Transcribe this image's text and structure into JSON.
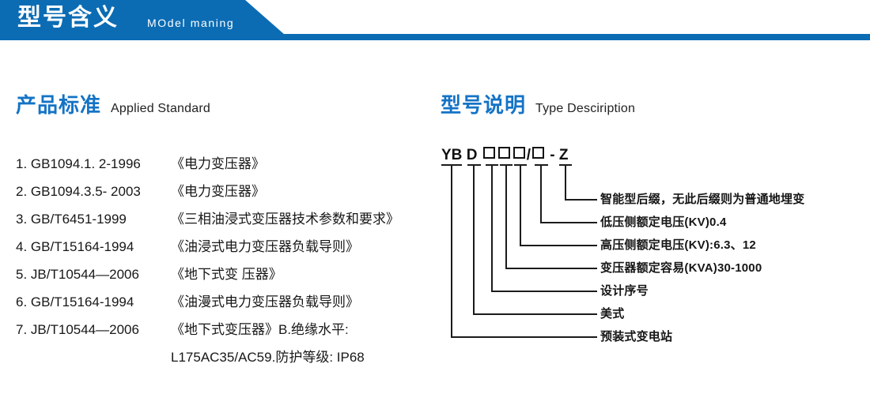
{
  "header": {
    "title_cn": "型号含义",
    "title_en": "MOdel maning",
    "bar_color": "#0b6cb4"
  },
  "sections": {
    "left": {
      "title_cn": "产品标准",
      "title_en": "Applied Standard",
      "accent_color": "#1473c6"
    },
    "right": {
      "title_cn": "型号说明",
      "title_en": "Type Desciription",
      "accent_color": "#1473c6"
    }
  },
  "standards": {
    "items": [
      {
        "index": "1.",
        "code": "GB1094.1. 2-1996",
        "name": "《电力变压器》"
      },
      {
        "index": "2.",
        "code": "GB1094.3.5- 2003",
        "name": "《电力变压器》"
      },
      {
        "index": "3.",
        "code": "GB/T6451-1999",
        "name": "《三相油浸式变压器技术参数和要求》"
      },
      {
        "index": "4.",
        "code": "GB/T15164-1994",
        "name": "《油浸式电力变压器负载导则》"
      },
      {
        "index": "5.",
        "code": "JB/T10544—2006",
        "name": "《地下式变 压器》"
      },
      {
        "index": "6.",
        "code": "GB/T15164-1994",
        "name": "《油漫式电力变压器负载导则》"
      },
      {
        "index": "7.",
        "code": "JB/T10544—2006",
        "name": "《地下式变压器》B.绝缘水平:"
      }
    ],
    "continuation": "L175AC35/AC59.防护等级: IP68"
  },
  "type_designation": {
    "code_segments": [
      "YB",
      "D",
      "box",
      "box",
      "box",
      "/",
      "box",
      "-",
      "Z"
    ],
    "code_text": "YB D □□□/□ - Z",
    "labels": [
      "智能型后缀，无此后缀则为普通地埋变",
      "低压侧额定电压(KV)0.4",
      "高压侧额定电压(KV):6.3、12",
      "变压器额定容易(KVA)30-1000",
      "设计序号",
      "美式",
      "预装式变电站"
    ],
    "line_color": "#1b1b1b"
  }
}
